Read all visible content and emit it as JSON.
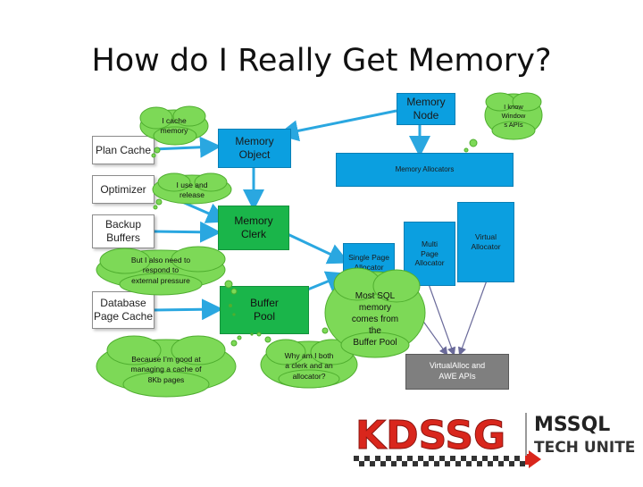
{
  "title": "How do I Really Get Memory?",
  "components": {
    "plan_cache": "Plan Cache",
    "optimizer": "Optimizer",
    "backup_buffers": "Backup\nBuffers",
    "database_page_cache": "Database\nPage Cache",
    "memory_node": "Memory\nNode",
    "memory_object": "Memory\nObject",
    "memory_clerk": "Memory\nClerk",
    "buffer_pool": "Buffer\nPool",
    "memory_allocators": "Memory Allocators",
    "single_page_allocator": "Single Page\nAllocator",
    "multi_page_allocator": "Multi\nPage\nAllocator",
    "virtual_allocator": "Virtual\nAllocator",
    "virtualalloc_awe": "VirtualAlloc and\nAWE APIs"
  },
  "callouts": {
    "i_cache_memory": "I cache\nmemory",
    "i_use_and_release": "I use and\nrelease",
    "i_also_need_to_respond": "But I also need to\nrespond to\nexternal pressure",
    "because_im_good": "Because I’m good at\nmanaging a cache of\n8Kb pages",
    "i_know_windows": "I know\nWindow\ns APIs",
    "why_clerk_and_allocator": "Why am I both\na clerk and an\nallocator?",
    "most_sql_memory": "Most SQL\nmemory\ncomes from\nthe\nBuffer Pool"
  },
  "logo": {
    "left_text": "KDSSG",
    "right_line1": "MSSQL",
    "right_line2": "TECH UNITE"
  },
  "colors": {
    "blue": "#0b9fe0",
    "green": "#1ab54a",
    "arrow": "#2aa7e0",
    "gray": "#7f7f7f",
    "logo_red": "#d9261c"
  }
}
